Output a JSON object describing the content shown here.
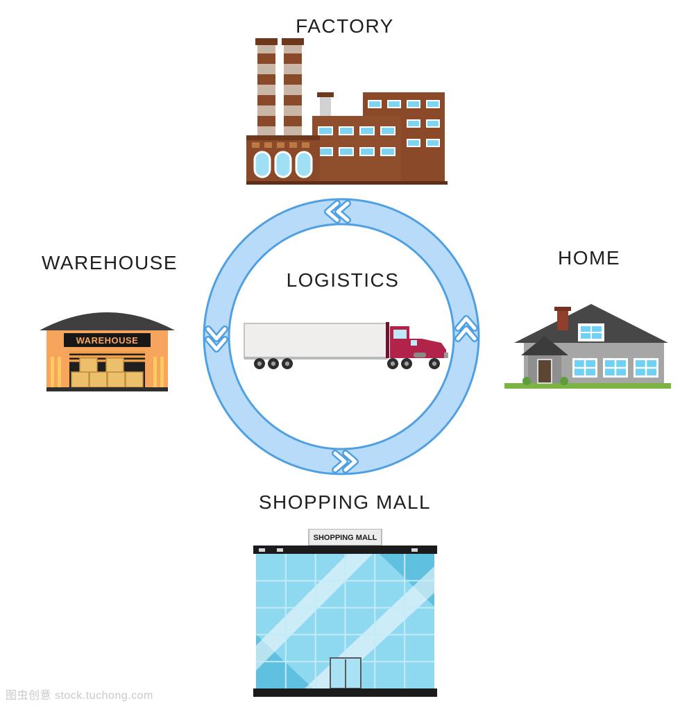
{
  "nodes": {
    "factory": {
      "label": "FACTORY"
    },
    "warehouse": {
      "label": "WAREHOUSE",
      "sign_text": "WAREHOUSE"
    },
    "home": {
      "label": "HOME"
    },
    "shopping_mall": {
      "label": "SHOPPING MALL",
      "sign_text": "SHOPPING MALL"
    },
    "logistics": {
      "label": "LOGISTICS"
    }
  },
  "watermark": {
    "text": "图虫创意 stock.tuchong.com"
  },
  "colors": {
    "label_text": "#1f1f1f",
    "ring_band": "#b7dbf8",
    "ring_edge": "#4f9fe3",
    "factory_brown": "#8a4a2a",
    "factory_brown_dark": "#6e381c",
    "factory_chimney_light": "#c9b6a6",
    "window_blue": "#7fd4f0",
    "warehouse_wall": "#f7a55c",
    "warehouse_roof": "#3f3f3f",
    "warehouse_sign_bg": "#181818",
    "warehouse_sign_text": "#f7a55c",
    "warehouse_box": "#ecc06a",
    "home_wall": "#a6a6a6",
    "home_roof": "#474747",
    "home_window": "#6fd1f5",
    "home_grass": "#7cb342",
    "mall_glass": "#8ed8f0",
    "mall_glass_dark": "#60c0e0",
    "mall_frame": "#1b1b1b",
    "truck_trailer": "#efeeec",
    "truck_cab": "#b2234a"
  }
}
